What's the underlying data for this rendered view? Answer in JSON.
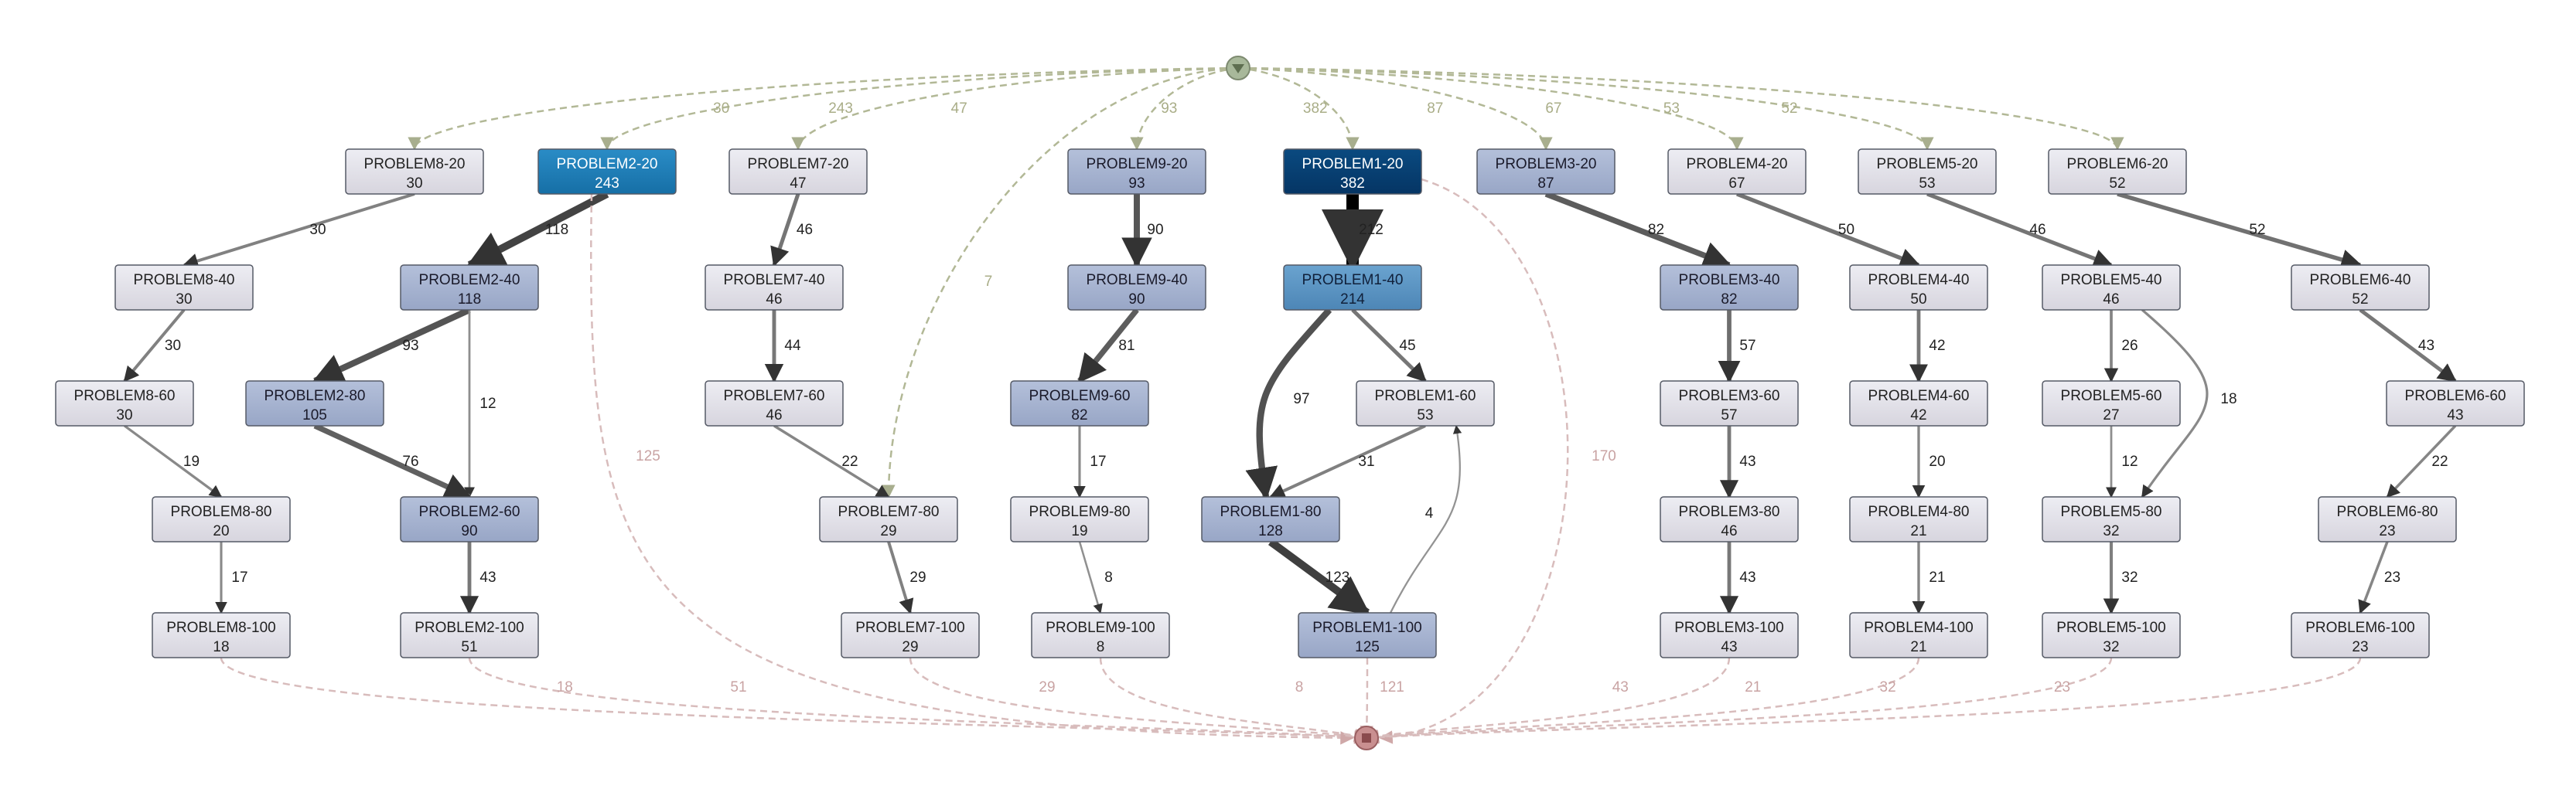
{
  "colors": {
    "start": "#a8b89a",
    "end": "#c98f90",
    "start_edge": "#b0b890",
    "end_edge": "#d8b8b8",
    "freq_lowest": "#e2e0e8",
    "freq_low": "#a9b6d2",
    "freq_mid": "#5b93c0",
    "freq_high": "#1b7cb4",
    "freq_top": "#063d6b"
  },
  "start_node": {
    "icon": "play-triangle-icon"
  },
  "end_node": {
    "icon": "stop-square-icon"
  },
  "nodes": [
    {
      "id": "P8-20",
      "name": "PROBLEM8-20",
      "count": "30",
      "level": "lowest"
    },
    {
      "id": "P2-20",
      "name": "PROBLEM2-20",
      "count": "243",
      "level": "high"
    },
    {
      "id": "P7-20",
      "name": "PROBLEM7-20",
      "count": "47",
      "level": "lowest"
    },
    {
      "id": "P9-20",
      "name": "PROBLEM9-20",
      "count": "93",
      "level": "low"
    },
    {
      "id": "P1-20",
      "name": "PROBLEM1-20",
      "count": "382",
      "level": "top"
    },
    {
      "id": "P3-20",
      "name": "PROBLEM3-20",
      "count": "87",
      "level": "low"
    },
    {
      "id": "P4-20",
      "name": "PROBLEM4-20",
      "count": "67",
      "level": "lowest"
    },
    {
      "id": "P5-20",
      "name": "PROBLEM5-20",
      "count": "53",
      "level": "lowest"
    },
    {
      "id": "P6-20",
      "name": "PROBLEM6-20",
      "count": "52",
      "level": "lowest"
    },
    {
      "id": "P8-40",
      "name": "PROBLEM8-40",
      "count": "30",
      "level": "lowest"
    },
    {
      "id": "P2-40",
      "name": "PROBLEM2-40",
      "count": "118",
      "level": "low"
    },
    {
      "id": "P7-40",
      "name": "PROBLEM7-40",
      "count": "46",
      "level": "lowest"
    },
    {
      "id": "P9-40",
      "name": "PROBLEM9-40",
      "count": "90",
      "level": "low"
    },
    {
      "id": "P1-40",
      "name": "PROBLEM1-40",
      "count": "214",
      "level": "mid"
    },
    {
      "id": "P3-40",
      "name": "PROBLEM3-40",
      "count": "82",
      "level": "low"
    },
    {
      "id": "P4-40",
      "name": "PROBLEM4-40",
      "count": "50",
      "level": "lowest"
    },
    {
      "id": "P5-40",
      "name": "PROBLEM5-40",
      "count": "46",
      "level": "lowest"
    },
    {
      "id": "P6-40",
      "name": "PROBLEM6-40",
      "count": "52",
      "level": "lowest"
    },
    {
      "id": "P8-60",
      "name": "PROBLEM8-60",
      "count": "30",
      "level": "lowest"
    },
    {
      "id": "P2-80",
      "name": "PROBLEM2-80",
      "count": "105",
      "level": "low"
    },
    {
      "id": "P7-60",
      "name": "PROBLEM7-60",
      "count": "46",
      "level": "lowest"
    },
    {
      "id": "P9-60",
      "name": "PROBLEM9-60",
      "count": "82",
      "level": "low"
    },
    {
      "id": "P1-60",
      "name": "PROBLEM1-60",
      "count": "53",
      "level": "lowest"
    },
    {
      "id": "P3-60",
      "name": "PROBLEM3-60",
      "count": "57",
      "level": "lowest"
    },
    {
      "id": "P4-60",
      "name": "PROBLEM4-60",
      "count": "42",
      "level": "lowest"
    },
    {
      "id": "P5-60",
      "name": "PROBLEM5-60",
      "count": "27",
      "level": "lowest"
    },
    {
      "id": "P6-60",
      "name": "PROBLEM6-60",
      "count": "43",
      "level": "lowest"
    },
    {
      "id": "P8-80",
      "name": "PROBLEM8-80",
      "count": "20",
      "level": "lowest"
    },
    {
      "id": "P2-60",
      "name": "PROBLEM2-60",
      "count": "90",
      "level": "low"
    },
    {
      "id": "P7-80",
      "name": "PROBLEM7-80",
      "count": "29",
      "level": "lowest"
    },
    {
      "id": "P9-80",
      "name": "PROBLEM9-80",
      "count": "19",
      "level": "lowest"
    },
    {
      "id": "P1-80",
      "name": "PROBLEM1-80",
      "count": "128",
      "level": "low"
    },
    {
      "id": "P3-80",
      "name": "PROBLEM3-80",
      "count": "46",
      "level": "lowest"
    },
    {
      "id": "P4-80",
      "name": "PROBLEM4-80",
      "count": "21",
      "level": "lowest"
    },
    {
      "id": "P5-80",
      "name": "PROBLEM5-80",
      "count": "32",
      "level": "lowest"
    },
    {
      "id": "P6-80",
      "name": "PROBLEM6-80",
      "count": "23",
      "level": "lowest"
    },
    {
      "id": "P8-100",
      "name": "PROBLEM8-100",
      "count": "18",
      "level": "lowest"
    },
    {
      "id": "P2-100",
      "name": "PROBLEM2-100",
      "count": "51",
      "level": "lowest"
    },
    {
      "id": "P7-100",
      "name": "PROBLEM7-100",
      "count": "29",
      "level": "lowest"
    },
    {
      "id": "P9-100",
      "name": "PROBLEM9-100",
      "count": "8",
      "level": "lowest"
    },
    {
      "id": "P1-100",
      "name": "PROBLEM1-100",
      "count": "125",
      "level": "low"
    },
    {
      "id": "P3-100",
      "name": "PROBLEM3-100",
      "count": "43",
      "level": "lowest"
    },
    {
      "id": "P4-100",
      "name": "PROBLEM4-100",
      "count": "21",
      "level": "lowest"
    },
    {
      "id": "P5-100",
      "name": "PROBLEM5-100",
      "count": "32",
      "level": "lowest"
    },
    {
      "id": "P6-100",
      "name": "PROBLEM6-100",
      "count": "23",
      "level": "lowest"
    }
  ],
  "edges": [
    {
      "from": "START",
      "to": "P8-20",
      "label": "30",
      "kind": "start"
    },
    {
      "from": "START",
      "to": "P2-20",
      "label": "243",
      "kind": "start"
    },
    {
      "from": "START",
      "to": "P7-20",
      "label": "47",
      "kind": "start"
    },
    {
      "from": "START",
      "to": "P7-80",
      "label": "7",
      "kind": "start"
    },
    {
      "from": "START",
      "to": "P9-20",
      "label": "93",
      "kind": "start"
    },
    {
      "from": "START",
      "to": "P1-20",
      "label": "382",
      "kind": "start"
    },
    {
      "from": "START",
      "to": "P3-20",
      "label": "87",
      "kind": "start"
    },
    {
      "from": "START",
      "to": "P4-20",
      "label": "67",
      "kind": "start"
    },
    {
      "from": "START",
      "to": "P5-20",
      "label": "53",
      "kind": "start"
    },
    {
      "from": "START",
      "to": "P6-20",
      "label": "52",
      "kind": "start"
    },
    {
      "from": "P8-20",
      "to": "P8-40",
      "label": "30",
      "kind": "flow",
      "weight": 30
    },
    {
      "from": "P8-40",
      "to": "P8-60",
      "label": "30",
      "kind": "flow",
      "weight": 30
    },
    {
      "from": "P8-60",
      "to": "P8-80",
      "label": "19",
      "kind": "flow",
      "weight": 19
    },
    {
      "from": "P8-80",
      "to": "P8-100",
      "label": "17",
      "kind": "flow",
      "weight": 17
    },
    {
      "from": "P2-20",
      "to": "P2-40",
      "label": "118",
      "kind": "flow",
      "weight": 118
    },
    {
      "from": "P2-40",
      "to": "P2-80",
      "label": "93",
      "kind": "flow",
      "weight": 93
    },
    {
      "from": "P2-40",
      "to": "P2-60",
      "label": "12",
      "kind": "flow",
      "weight": 12
    },
    {
      "from": "P2-80",
      "to": "P2-60",
      "label": "76",
      "kind": "flow",
      "weight": 76
    },
    {
      "from": "P2-60",
      "to": "P2-100",
      "label": "43",
      "kind": "flow",
      "weight": 43
    },
    {
      "from": "P7-20",
      "to": "P7-40",
      "label": "46",
      "kind": "flow",
      "weight": 46
    },
    {
      "from": "P7-40",
      "to": "P7-60",
      "label": "44",
      "kind": "flow",
      "weight": 44
    },
    {
      "from": "P7-60",
      "to": "P7-80",
      "label": "22",
      "kind": "flow",
      "weight": 22
    },
    {
      "from": "P7-80",
      "to": "P7-100",
      "label": "29",
      "kind": "flow",
      "weight": 29
    },
    {
      "from": "P9-20",
      "to": "P9-40",
      "label": "90",
      "kind": "flow",
      "weight": 90
    },
    {
      "from": "P9-40",
      "to": "P9-60",
      "label": "81",
      "kind": "flow",
      "weight": 81
    },
    {
      "from": "P9-60",
      "to": "P9-80",
      "label": "17",
      "kind": "flow",
      "weight": 17
    },
    {
      "from": "P9-80",
      "to": "P9-100",
      "label": "8",
      "kind": "flow",
      "weight": 8
    },
    {
      "from": "P1-20",
      "to": "P1-40",
      "label": "212",
      "kind": "flow",
      "weight": 212
    },
    {
      "from": "P1-40",
      "to": "P1-60",
      "label": "45",
      "kind": "flow",
      "weight": 45
    },
    {
      "from": "P1-40",
      "to": "P1-80",
      "label": "97",
      "kind": "flow",
      "weight": 97
    },
    {
      "from": "P1-60",
      "to": "P1-80",
      "label": "31",
      "kind": "flow",
      "weight": 31
    },
    {
      "from": "P1-100",
      "to": "P1-60",
      "label": "4",
      "kind": "flow",
      "weight": 4
    },
    {
      "from": "P1-80",
      "to": "P1-100",
      "label": "123",
      "kind": "flow",
      "weight": 123
    },
    {
      "from": "P3-20",
      "to": "P3-40",
      "label": "82",
      "kind": "flow",
      "weight": 82
    },
    {
      "from": "P3-40",
      "to": "P3-60",
      "label": "57",
      "kind": "flow",
      "weight": 57
    },
    {
      "from": "P3-60",
      "to": "P3-80",
      "label": "43",
      "kind": "flow",
      "weight": 43
    },
    {
      "from": "P3-80",
      "to": "P3-100",
      "label": "43",
      "kind": "flow",
      "weight": 43
    },
    {
      "from": "P4-20",
      "to": "P4-40",
      "label": "50",
      "kind": "flow",
      "weight": 50
    },
    {
      "from": "P4-40",
      "to": "P4-60",
      "label": "42",
      "kind": "flow",
      "weight": 42
    },
    {
      "from": "P4-60",
      "to": "P4-80",
      "label": "20",
      "kind": "flow",
      "weight": 20
    },
    {
      "from": "P4-80",
      "to": "P4-100",
      "label": "21",
      "kind": "flow",
      "weight": 21
    },
    {
      "from": "P5-20",
      "to": "P5-40",
      "label": "46",
      "kind": "flow",
      "weight": 46
    },
    {
      "from": "P5-40",
      "to": "P5-60",
      "label": "26",
      "kind": "flow",
      "weight": 26
    },
    {
      "from": "P5-40",
      "to": "P5-80",
      "label": "18",
      "kind": "flow",
      "weight": 18
    },
    {
      "from": "P5-60",
      "to": "P5-80",
      "label": "12",
      "kind": "flow",
      "weight": 12
    },
    {
      "from": "P5-80",
      "to": "P5-100",
      "label": "32",
      "kind": "flow",
      "weight": 32
    },
    {
      "from": "P6-20",
      "to": "P6-40",
      "label": "52",
      "kind": "flow",
      "weight": 52
    },
    {
      "from": "P6-40",
      "to": "P6-60",
      "label": "43",
      "kind": "flow",
      "weight": 43
    },
    {
      "from": "P6-60",
      "to": "P6-80",
      "label": "22",
      "kind": "flow",
      "weight": 22
    },
    {
      "from": "P6-80",
      "to": "P6-100",
      "label": "23",
      "kind": "flow",
      "weight": 23
    },
    {
      "from": "P8-100",
      "to": "END",
      "label": "18",
      "kind": "end"
    },
    {
      "from": "P2-100",
      "to": "END",
      "label": "51",
      "kind": "end"
    },
    {
      "from": "P2-20",
      "to": "END",
      "label": "125",
      "kind": "end"
    },
    {
      "from": "P7-100",
      "to": "END",
      "label": "29",
      "kind": "end"
    },
    {
      "from": "P9-100",
      "to": "END",
      "label": "8",
      "kind": "end"
    },
    {
      "from": "P1-100",
      "to": "END",
      "label": "121",
      "kind": "end"
    },
    {
      "from": "P1-20",
      "to": "END",
      "label": "170",
      "kind": "end"
    },
    {
      "from": "P3-100",
      "to": "END",
      "label": "43",
      "kind": "end"
    },
    {
      "from": "P4-100",
      "to": "END",
      "label": "21",
      "kind": "end"
    },
    {
      "from": "P5-100",
      "to": "END",
      "label": "32",
      "kind": "end"
    },
    {
      "from": "P6-100",
      "to": "END",
      "label": "23",
      "kind": "end"
    }
  ]
}
